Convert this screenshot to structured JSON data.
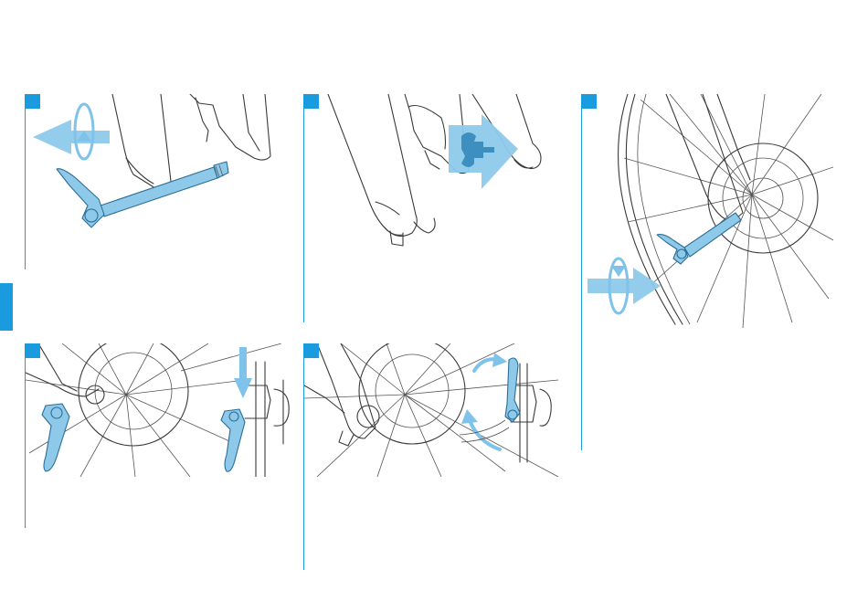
{
  "colors": {
    "accent": "#1a9be0",
    "part": "#8ec9ea",
    "line": "#3a3a3a"
  },
  "steps": [
    {
      "id": "step-1",
      "icon": "unscrew-axle-icon"
    },
    {
      "id": "step-2",
      "icon": "insert-wheel-icon"
    },
    {
      "id": "step-3",
      "icon": "insert-axle-icon"
    },
    {
      "id": "step-4",
      "icon": "close-lever-icon"
    },
    {
      "id": "step-5",
      "icon": "tighten-lever-icon"
    }
  ]
}
